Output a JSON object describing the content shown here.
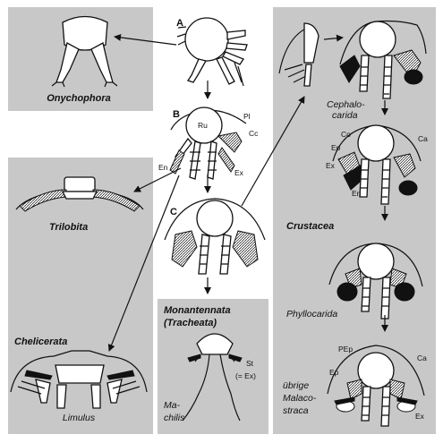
{
  "groups": {
    "onychophora": "Onychophora",
    "trilobita": "Trilobita",
    "chelicerata": "Chelicerata",
    "monantennata": "Monantennata",
    "tracheata": "(Tracheata)",
    "crustacea": "Crustacea"
  },
  "species": {
    "limulus": "Limulus",
    "machilis_1": "Ma-",
    "machilis_2": "chilis",
    "cephalocarida_1": "Cephalo-",
    "cephalocarida_2": "carida",
    "phyllocarida": "Phyllocarida",
    "malacostraca_1": "übrige",
    "malacostraca_2": "Malaco-",
    "malacostraca_3": "straca"
  },
  "stages": {
    "a": "A",
    "b": "B",
    "c": "C"
  },
  "parts": {
    "ru": "Ru",
    "pl": "Pl",
    "cc": "Cc",
    "en": "En",
    "ex": "Ex",
    "st": "St",
    "st_eq": "(= Ex)",
    "co": "Co",
    "ca": "Ca",
    "ep": "Ep",
    "pep": "PEp"
  },
  "colors": {
    "panel": "#c8c8c8",
    "ink": "#111111",
    "background": "#ffffff"
  }
}
